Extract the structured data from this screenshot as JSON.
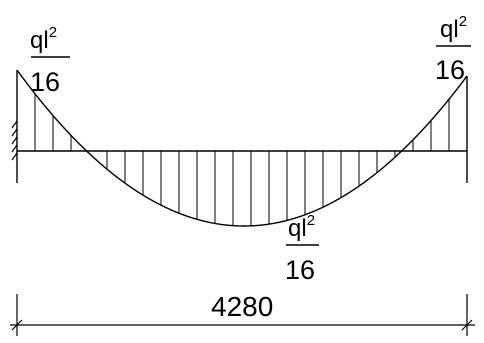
{
  "labels": {
    "left_moment": {
      "numerator": "ql",
      "exponent": "2",
      "denominator": "16"
    },
    "right_moment": {
      "numerator": "ql",
      "exponent": "2",
      "denominator": "16"
    },
    "mid_moment": {
      "numerator": "ql",
      "exponent": "2",
      "denominator": "16"
    }
  },
  "dimension": {
    "length": "4280"
  }
}
